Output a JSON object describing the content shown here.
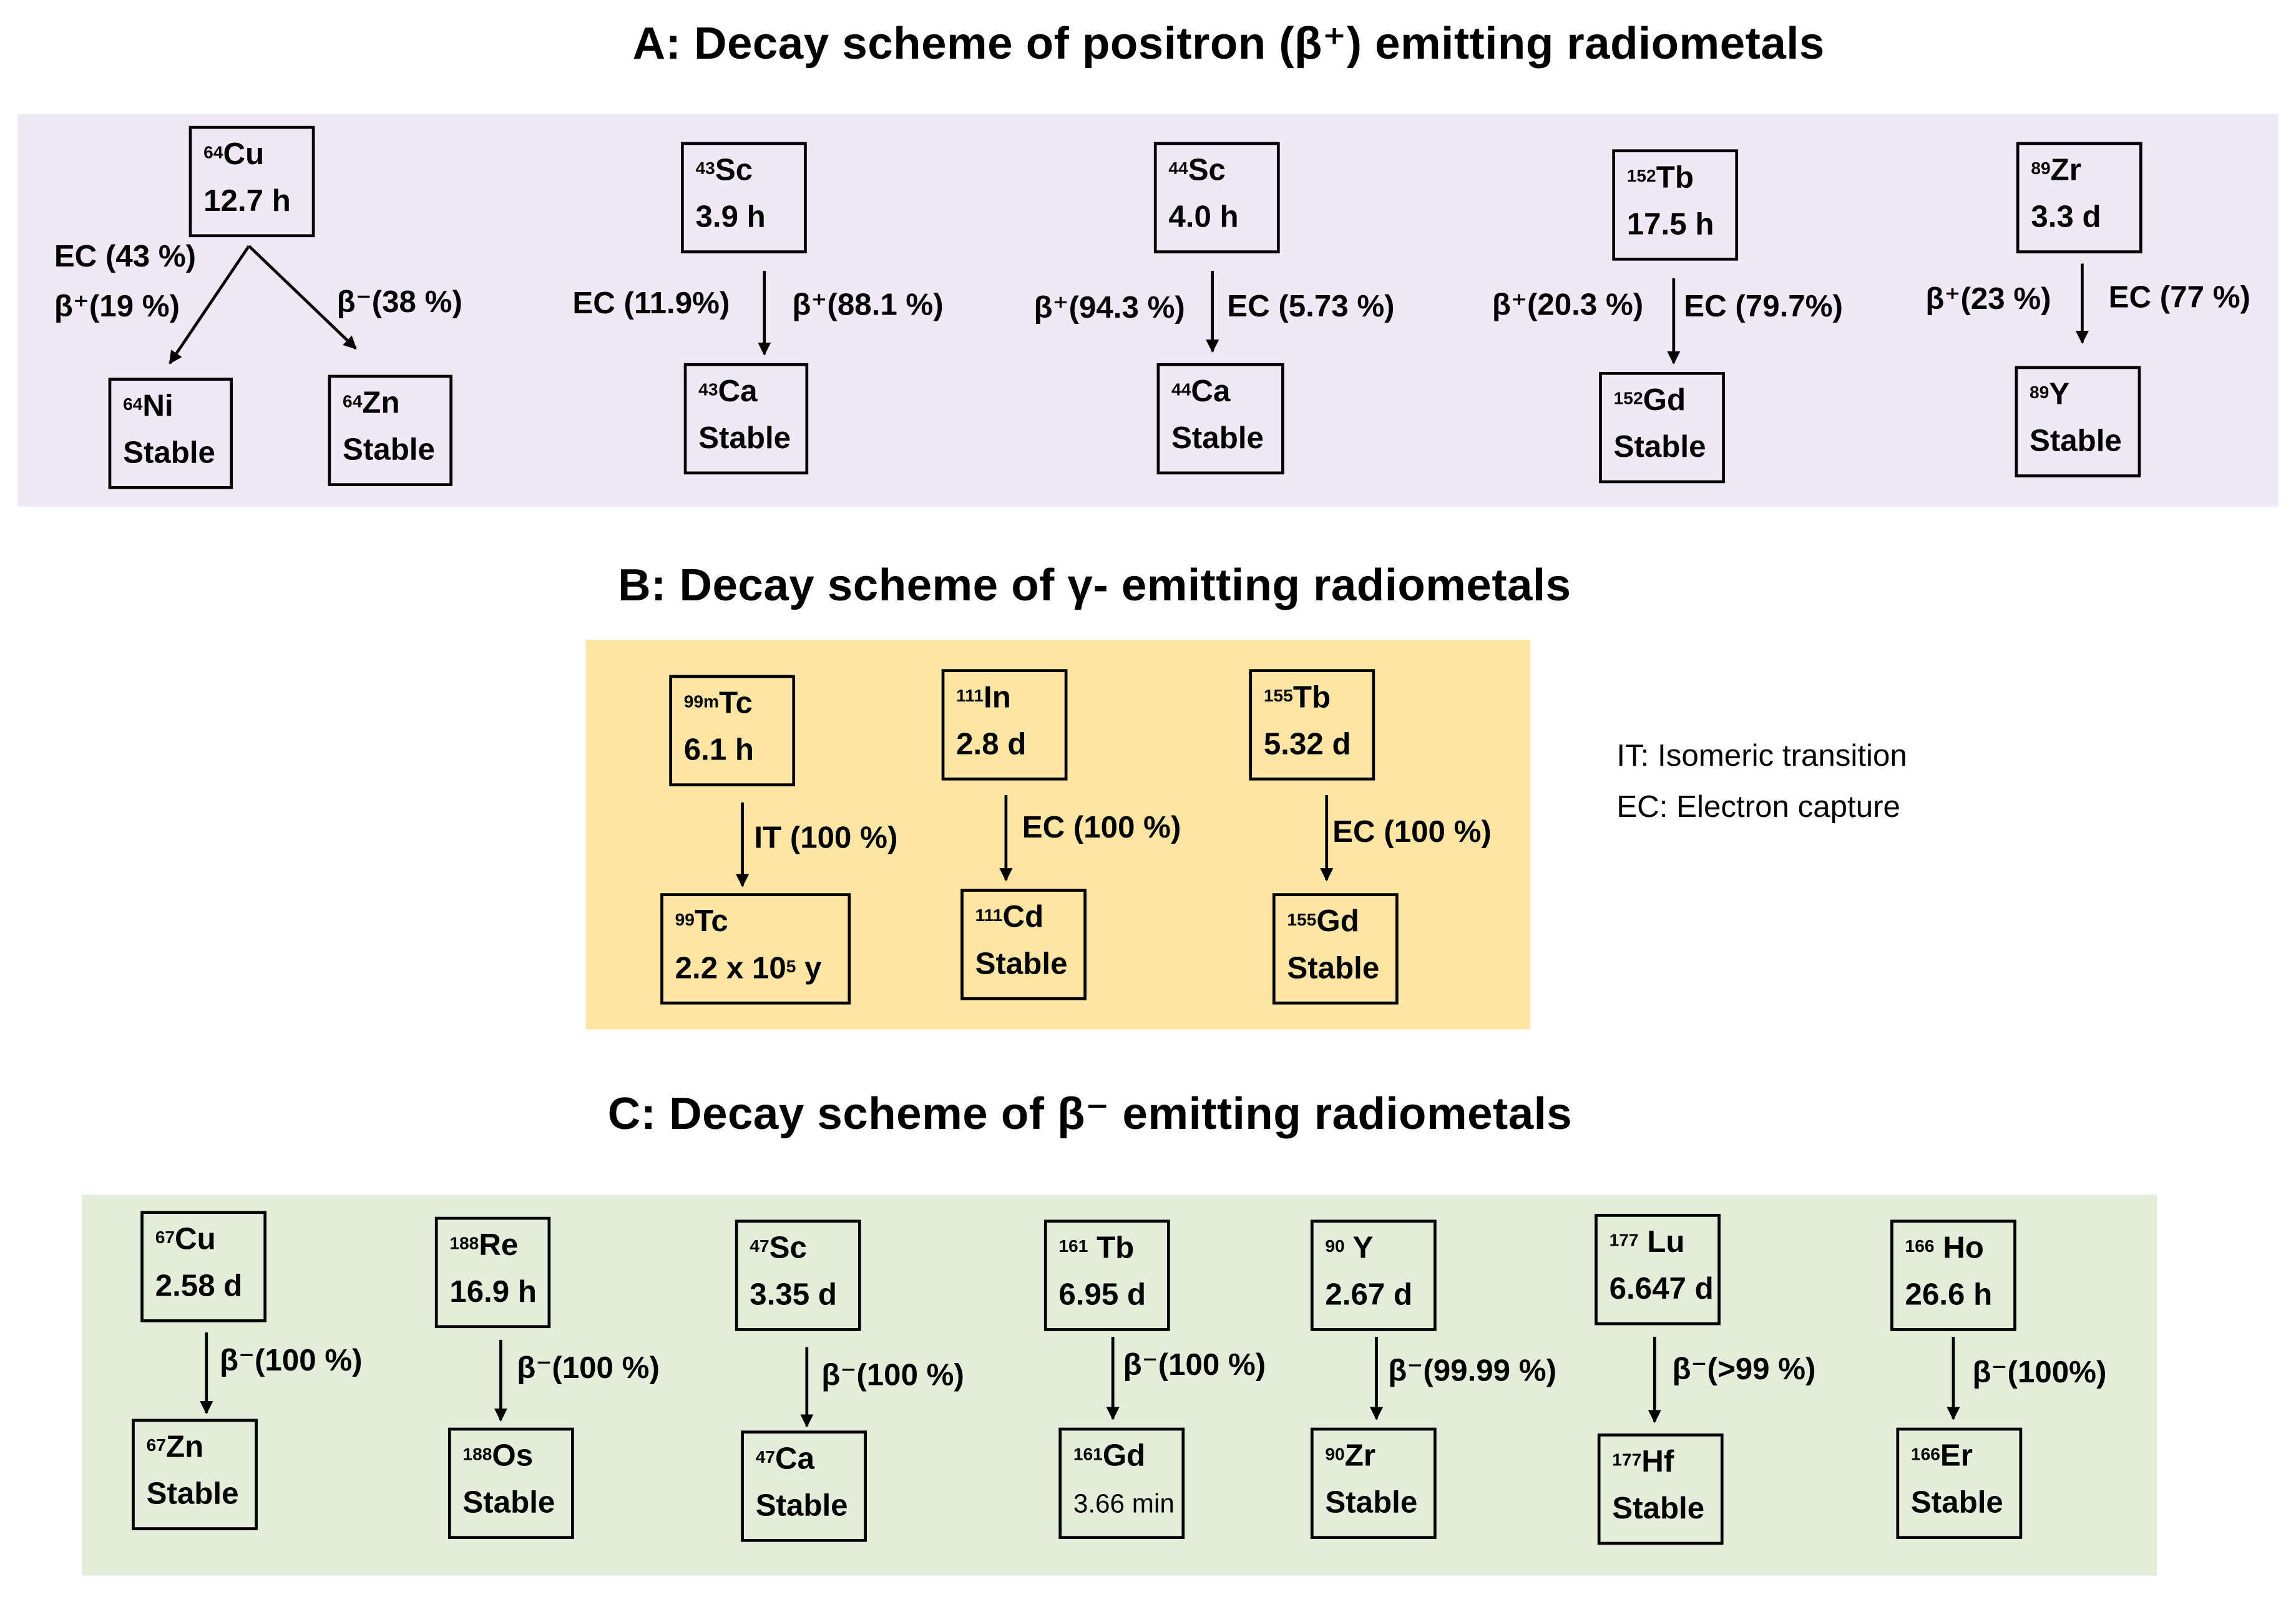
{
  "panels": [
    {
      "title": "A: Decay scheme of positron (β⁺) emitting radiometals",
      "color": "#efe8f6",
      "nuclides": [
        {
          "parent": {
            "mass": "64",
            "symbol": "Cu",
            "value": "12.7 h"
          },
          "labels": [
            "EC (43 %)",
            "β⁺(19 %)",
            "β⁻(38 %)"
          ],
          "daughters": [
            {
              "mass": "64",
              "symbol": "Ni",
              "value": "Stable"
            },
            {
              "mass": "64",
              "symbol": "Zn",
              "value": "Stable"
            }
          ]
        },
        {
          "parent": {
            "mass": "43",
            "symbol": "Sc",
            "value": "3.9 h"
          },
          "labels": [
            "EC (11.9%)",
            "β⁺(88.1 %)"
          ],
          "daughters": [
            {
              "mass": "43",
              "symbol": "Ca",
              "value": "Stable"
            }
          ]
        },
        {
          "parent": {
            "mass": "44",
            "symbol": "Sc",
            "value": "4.0 h"
          },
          "labels": [
            "β⁺(94.3 %)",
            "EC (5.73 %)"
          ],
          "daughters": [
            {
              "mass": "44",
              "symbol": "Ca",
              "value": "Stable"
            }
          ]
        },
        {
          "parent": {
            "mass": "152",
            "symbol": "Tb",
            "value": "17.5 h"
          },
          "labels": [
            "β⁺(20.3 %)",
            "EC (79.7%)"
          ],
          "daughters": [
            {
              "mass": "152",
              "symbol": "Gd",
              "value": "Stable"
            }
          ]
        },
        {
          "parent": {
            "mass": "89",
            "symbol": "Zr",
            "value": "3.3 d"
          },
          "labels": [
            "β⁺(23 %)",
            "EC (77 %)"
          ],
          "daughters": [
            {
              "mass": "89",
              "symbol": "Y",
              "value": "Stable"
            }
          ]
        }
      ]
    },
    {
      "title": "B: Decay scheme of γ- emitting radiometals",
      "color": "#fde6a3",
      "nuclides": [
        {
          "parent": {
            "mass": "99m",
            "symbol": "Tc",
            "value": "6.1 h"
          },
          "labels": [
            "IT (100 %)"
          ],
          "daughters": [
            {
              "mass": "99",
              "symbol": "Tc",
              "value": "2.2 x 10",
              "exp": "5",
              "suffix": " y"
            }
          ]
        },
        {
          "parent": {
            "mass": "111",
            "symbol": "In",
            "value": "2.8 d"
          },
          "labels": [
            "EC (100 %)"
          ],
          "daughters": [
            {
              "mass": "111",
              "symbol": "Cd",
              "value": "Stable"
            }
          ]
        },
        {
          "parent": {
            "mass": "155",
            "symbol": "Tb",
            "value": "5.32 d"
          },
          "labels": [
            "EC (100 %)"
          ],
          "daughters": [
            {
              "mass": "155",
              "symbol": "Gd",
              "value": "Stable"
            }
          ]
        }
      ]
    },
    {
      "title": "C: Decay scheme of β⁻ emitting radiometals",
      "color": "#e2eed9",
      "nuclides": [
        {
          "parent": {
            "mass": "67",
            "symbol": "Cu",
            "value": "2.58 d"
          },
          "labels": [
            "β⁻(100 %)"
          ],
          "daughters": [
            {
              "mass": "67",
              "symbol": "Zn",
              "value": "Stable"
            }
          ]
        },
        {
          "parent": {
            "mass": "188",
            "symbol": "Re",
            "value": "16.9 h"
          },
          "labels": [
            "β⁻(100 %)"
          ],
          "daughters": [
            {
              "mass": "188",
              "symbol": "Os",
              "value": "Stable"
            }
          ]
        },
        {
          "parent": {
            "mass": "47",
            "symbol": "Sc",
            "value": "3.35 d"
          },
          "labels": [
            "β⁻(100 %)"
          ],
          "daughters": [
            {
              "mass": "47",
              "symbol": "Ca",
              "value": "Stable"
            }
          ]
        },
        {
          "parent": {
            "mass": "161",
            "symbol": " Tb",
            "value": "6.95 d"
          },
          "labels": [
            "β⁻(100 %)"
          ],
          "daughters": [
            {
              "mass": "161",
              "symbol": "Gd",
              "value": "3.66 min"
            }
          ]
        },
        {
          "parent": {
            "mass": "90",
            "symbol": " Y",
            "value": "2.67 d"
          },
          "labels": [
            "β⁻(99.99 %)"
          ],
          "daughters": [
            {
              "mass": "90",
              "symbol": "Zr",
              "value": "Stable"
            }
          ]
        },
        {
          "parent": {
            "mass": "177",
            "symbol": " Lu",
            "value": "6.647 d"
          },
          "labels": [
            "β⁻(>99 %)"
          ],
          "daughters": [
            {
              "mass": "177",
              "symbol": "Hf",
              "value": "Stable"
            }
          ]
        },
        {
          "parent": {
            "mass": "166",
            "symbol": " Ho",
            "value": "26.6 h"
          },
          "labels": [
            "β⁻(100%)"
          ],
          "daughters": [
            {
              "mass": "166",
              "symbol": "Er",
              "value": "Stable"
            }
          ]
        }
      ]
    }
  ],
  "legend": [
    "IT: Isomeric transition",
    "EC: Electron capture"
  ]
}
